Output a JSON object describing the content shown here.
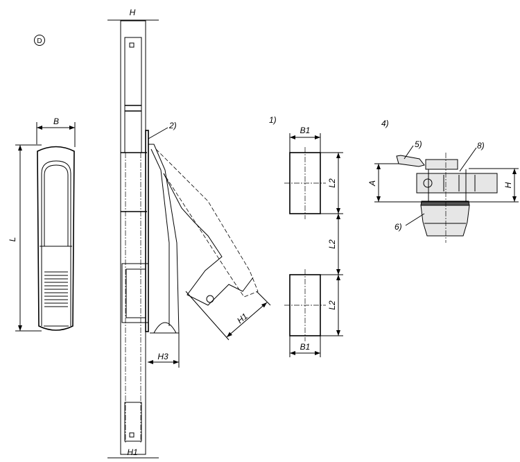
{
  "view_marker": "D",
  "front_view": {
    "width_label": "B",
    "length_label": "L"
  },
  "side_view": {
    "height_label": "H",
    "note_2": "2)",
    "h3_label": "H3",
    "h1_label_bottom": "H1",
    "h1_label_open": "H1"
  },
  "detail_1": {
    "note": "1)",
    "b1_top": "B1",
    "b1_bottom": "B1",
    "l2_labels": [
      "L2",
      "L2",
      "L2"
    ]
  },
  "detail_4": {
    "note": "4)",
    "note_5": "5)",
    "note_8": "8)",
    "note_6": "6)",
    "a_label": "A",
    "h_label": "H"
  }
}
